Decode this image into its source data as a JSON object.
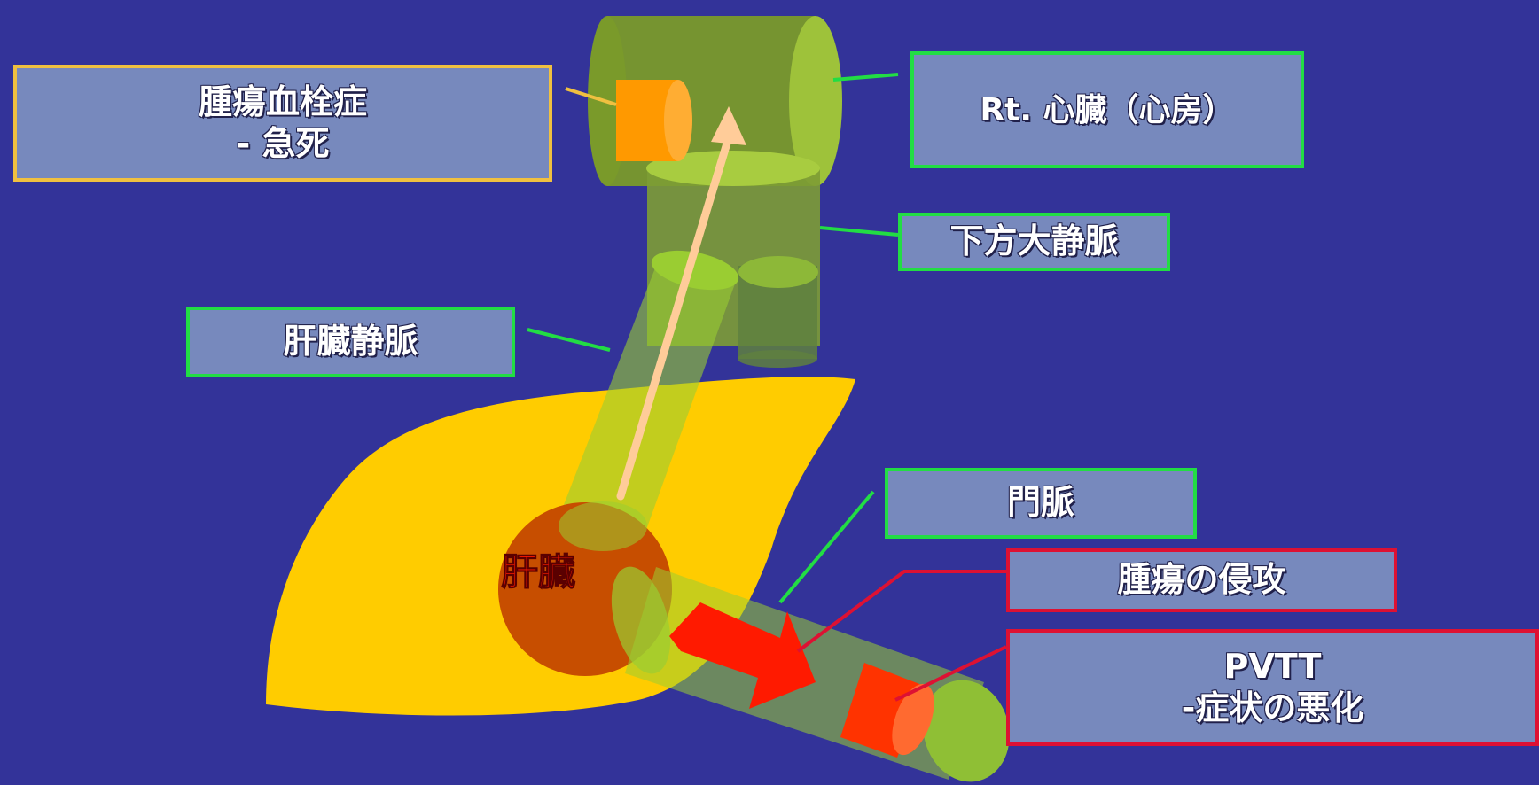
{
  "labels": {
    "tumor_embolism": {
      "line1": "腫瘍血栓症",
      "line2": "- 急死"
    },
    "rt_heart": "Rt. 心臓（心房）",
    "ivc": "下方大静脈",
    "hepatic_vein": "肝臓静脈",
    "portal_vein": "門脈",
    "tumor_invasion": "腫瘍の侵攻",
    "pvtt": {
      "line1": "PVTT",
      "line2": "-症状の悪化"
    },
    "liver": "肝臓"
  },
  "colors": {
    "background": "#333399",
    "liver": "#ffcc00",
    "tumor": "#d45500",
    "vessel": "#9acd32",
    "box_fill": "#7789bd",
    "box_green": "#22dd44",
    "box_yellow": "#f0c040",
    "box_red": "#dd1133",
    "thrombus_orange": "#ff9900",
    "thrombus_red": "#ff3300"
  }
}
